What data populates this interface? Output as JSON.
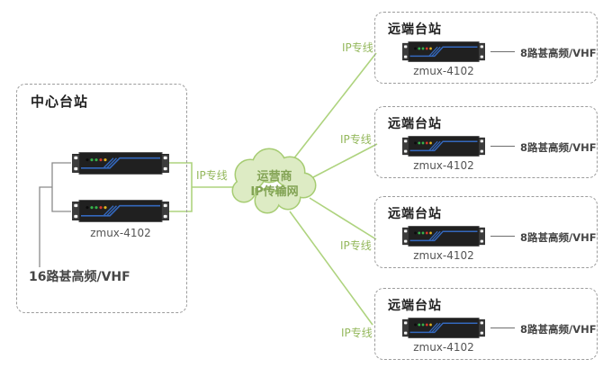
{
  "colors": {
    "green_line": "#aed37e",
    "green_text": "#94b85c",
    "cloud_fill": "#ddebc4",
    "cloud_stroke": "#a6cc72",
    "cloud_text": "#83a355",
    "gray_line": "#8a8a8a",
    "box_border": "#9c9c9c",
    "device_blue": "#3468bd",
    "led_green": "#35b24a",
    "led_red": "#d6382c",
    "led_yellow": "#e2b51f"
  },
  "center_station": {
    "title": "中心台站",
    "device_label": "zmux-4102",
    "port_label": "16路甚高频/VHF",
    "link_label": "IP专线"
  },
  "cloud": {
    "line1": "运营商",
    "line2": "IP传输网"
  },
  "remote_stations": [
    {
      "title": "远端台站",
      "device_label": "zmux-4102",
      "port_label": "8路甚高频/VHF",
      "link_label": "IP专线"
    },
    {
      "title": "远端台站",
      "device_label": "zmux-4102",
      "port_label": "8路甚高频/VHF",
      "link_label": "IP专线"
    },
    {
      "title": "远端台站",
      "device_label": "zmux-4102",
      "port_label": "8路甚高频/VHF",
      "link_label": "IP专线"
    },
    {
      "title": "远端台站",
      "device_label": "zmux-4102",
      "port_label": "8路甚高频/VHF",
      "link_label": "IP专线"
    }
  ]
}
